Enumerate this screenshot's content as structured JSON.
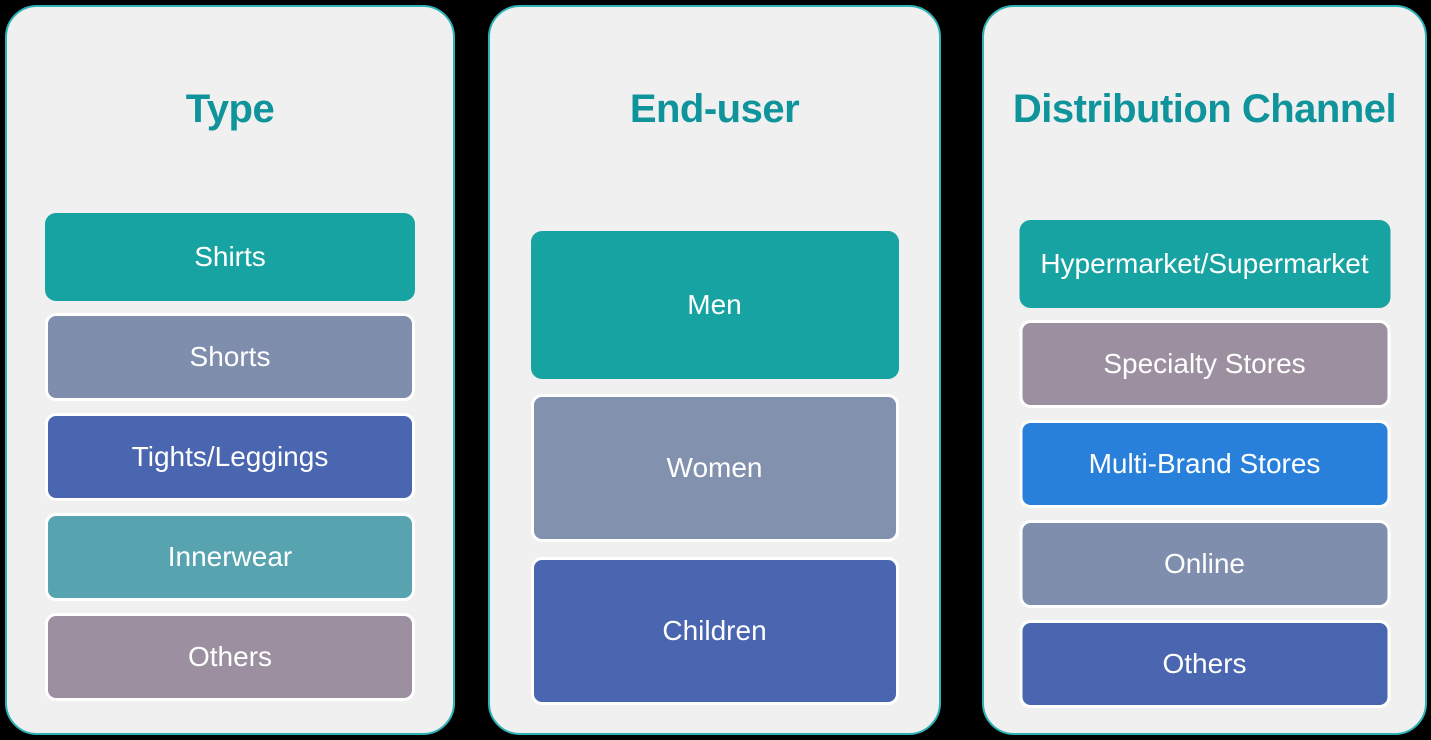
{
  "colors": {
    "page_background": "#000000",
    "panel_background": "#F0F0F0",
    "panel_border": "#2FB2B6",
    "title_text": "#0F949C",
    "pill_text": "#FFFFFF",
    "pill_outline": "#FFFFFF",
    "teal": "#18A3A3",
    "slate_blue": "#7E8EAC",
    "indigo": "#4A66B0",
    "sea_teal": "#57A3AF",
    "mauve": "#9C90A0",
    "bright_blue": "#2980DB"
  },
  "panels": [
    {
      "title": "Type",
      "items": [
        {
          "label": "Shirts",
          "color": "#18A3A3"
        },
        {
          "label": "Shorts",
          "color": "#7E8EAC"
        },
        {
          "label": "Tights/Leggings",
          "color": "#4A66B0"
        },
        {
          "label": "Innerwear",
          "color": "#57A3AF"
        },
        {
          "label": "Others",
          "color": "#9C90A0"
        }
      ]
    },
    {
      "title": "End-user",
      "items": [
        {
          "label": "Men",
          "color": "#18A3A3"
        },
        {
          "label": "Women",
          "color": "#8292AE"
        },
        {
          "label": "Children",
          "color": "#4A66B0"
        }
      ]
    },
    {
      "title": "Distribution Channel",
      "items": [
        {
          "label": "Hypermarket/Supermarket",
          "color": "#18A3A3"
        },
        {
          "label": "Specialty Stores",
          "color": "#9C90A0"
        },
        {
          "label": "Multi-Brand Stores",
          "color": "#2980DB"
        },
        {
          "label": "Online",
          "color": "#7E8EAC"
        },
        {
          "label": "Others",
          "color": "#4A66B0"
        }
      ]
    }
  ]
}
